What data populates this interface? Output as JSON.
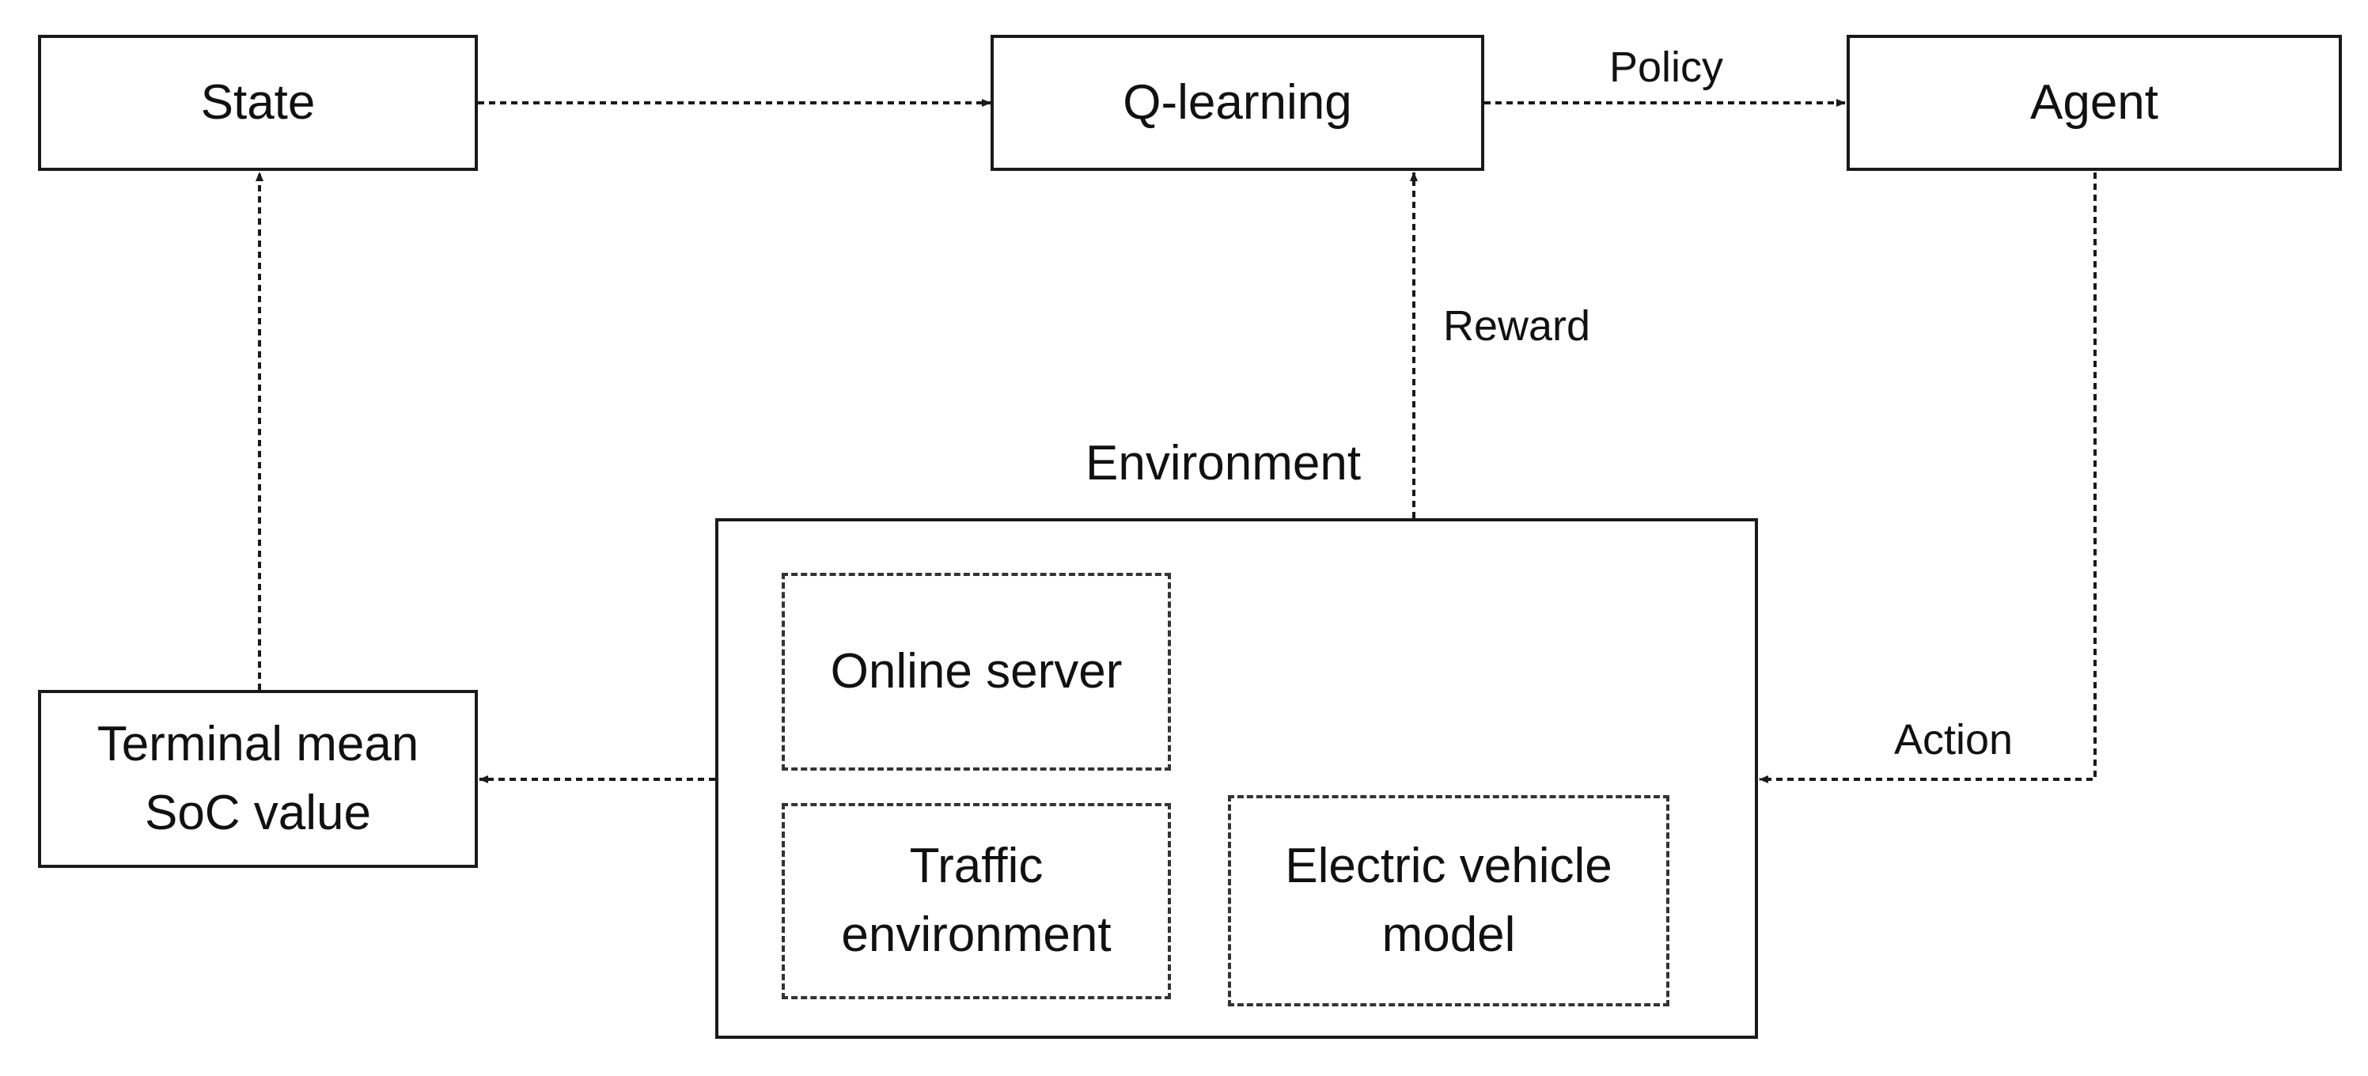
{
  "diagram": {
    "nodes": {
      "state": "State",
      "q_learning": "Q-learning",
      "agent": "Agent",
      "terminal_soc": {
        "line1": "Terminal mean",
        "line2": "SoC value"
      },
      "environment_title": "Environment",
      "online_server": "Online server",
      "traffic_environment": {
        "line1": "Traffic",
        "line2": "environment"
      },
      "ev_model": {
        "line1": "Electric vehicle",
        "line2": "model"
      }
    },
    "edges": {
      "policy": "Policy",
      "reward": "Reward",
      "action": "Action"
    },
    "colors": {
      "line": "#1a1a1a",
      "background": "#ffffff"
    }
  }
}
